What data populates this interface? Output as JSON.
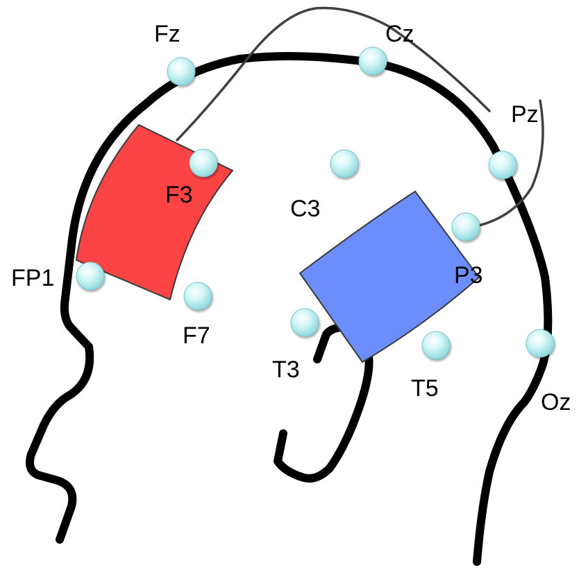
{
  "electrodes": [
    {
      "id": "Fz",
      "label": "Fz"
    },
    {
      "id": "Cz",
      "label": "Cz"
    },
    {
      "id": "Pz",
      "label": "Pz"
    },
    {
      "id": "F3",
      "label": "F3"
    },
    {
      "id": "C3",
      "label": "C3"
    },
    {
      "id": "P3",
      "label": "P3"
    },
    {
      "id": "FP1",
      "label": "FP1"
    },
    {
      "id": "F7",
      "label": "F7"
    },
    {
      "id": "T3",
      "label": "T3"
    },
    {
      "id": "T5",
      "label": "T5"
    },
    {
      "id": "Oz",
      "label": "Oz"
    }
  ],
  "colors": {
    "anode_pad": "#fc4444",
    "cathode_pad": "#6b8efc",
    "electrode_fill": "#bff0f2",
    "outline": "#000000",
    "lead_wire": "#404040"
  }
}
